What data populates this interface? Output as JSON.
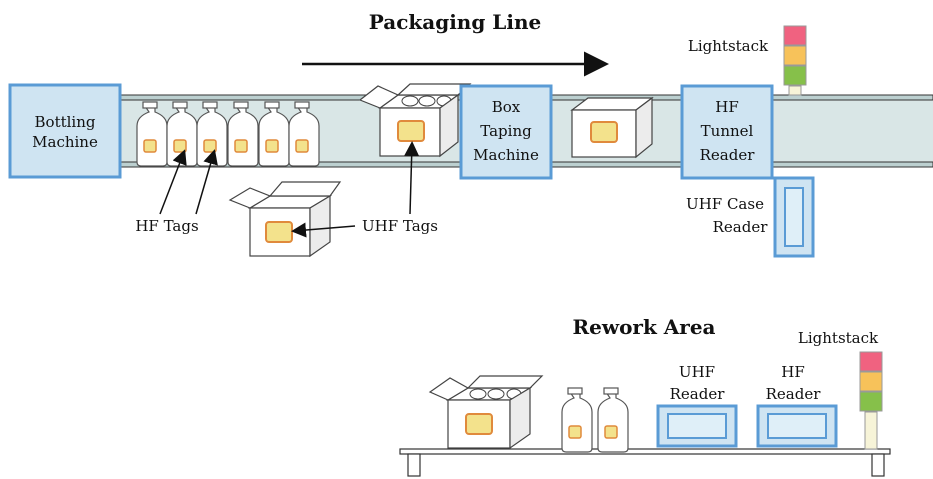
{
  "packaging_line": {
    "title": "Packaging Line",
    "bottling_machine": [
      "Bottling",
      "Machine"
    ],
    "box_taping_machine": [
      "Box",
      "Taping",
      "Machine"
    ],
    "hf_tunnel_reader": [
      "HF",
      "Tunnel",
      "Reader"
    ],
    "uhf_case_reader": [
      "UHF Case",
      "Reader"
    ],
    "lightstack": "Lightstack",
    "hf_tags": "HF Tags",
    "uhf_tags": "UHF Tags"
  },
  "rework_area": {
    "title": "Rework Area",
    "uhf_reader": [
      "UHF",
      "Reader"
    ],
    "hf_reader": [
      "HF",
      "Reader"
    ],
    "lightstack": "Lightstack"
  },
  "colors": {
    "machine_fill": "#cfe4f2",
    "machine_stroke": "#5a9bd5",
    "conveyor_fill": "#d9e6e6",
    "tag_fill": "#f3e28c",
    "tag_stroke": "#e08a3c",
    "light_red": "#f06280",
    "light_yellow": "#f7c25a",
    "light_green": "#86c04a"
  }
}
